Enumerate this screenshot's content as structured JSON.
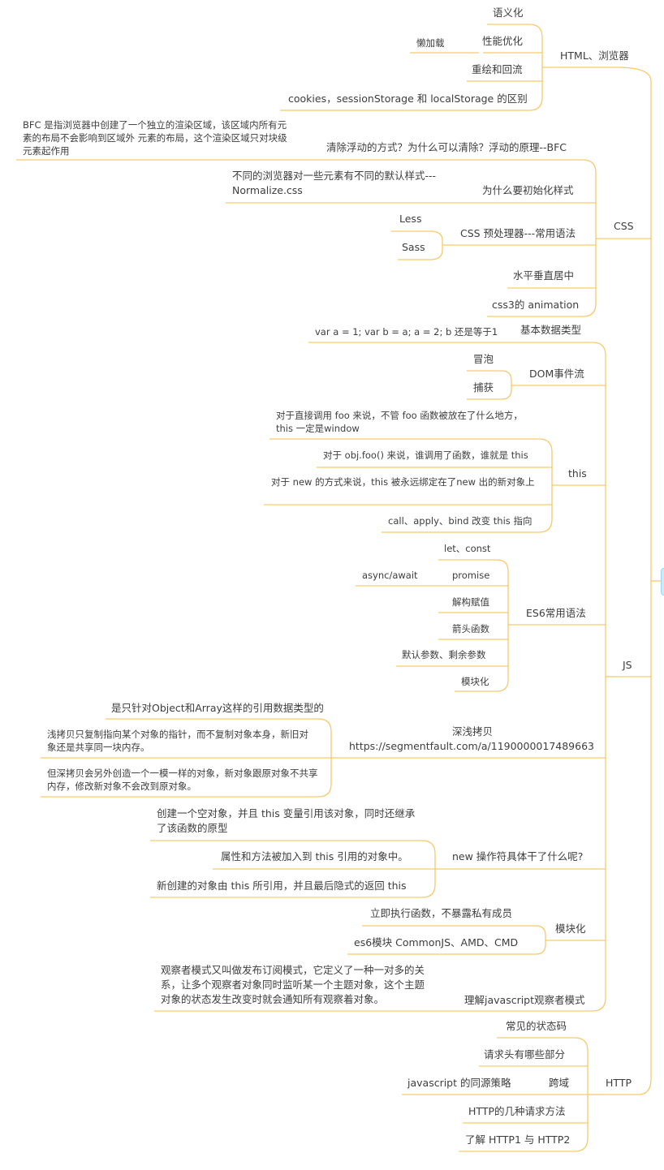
{
  "branch_color": "#f7c96a",
  "root_tab_color": "#cfeaf7",
  "branches": {
    "html": {
      "title": "HTML、浏览器",
      "semantic": "语义化",
      "performance": "性能优化",
      "lazy_load": "懒加载",
      "repaint_reflow": "重绘和回流",
      "storage": "cookies，sessionStorage 和 localStorage 的区别"
    },
    "css": {
      "title": "CSS",
      "bfc_note": "BFC 是指浏览器中创建了一个独立的渲染区域，该区域内所有元素的布局不会影响到区域外 元素的布局，这个渲染区域只对块级元素起作用",
      "clear_float": "清除浮动的方式？为什么可以清除？浮动的原理--BFC",
      "normalize_note": "不同的浏览器对一些元素有不同的默认样式---Normalize.css",
      "init_style": "为什么要初始化样式",
      "less": "Less",
      "sass": "Sass",
      "preprocessor": "CSS 预处理器---常用语法",
      "center": "水平垂直居中",
      "animation": "css3的 animation"
    },
    "js": {
      "title": "JS",
      "basic_types_note": "var a = 1; var b = a; a = 2; b 还是等于1",
      "basic_types": "基本数据类型",
      "bubble": "冒泡",
      "capture": "捕获",
      "dom_event": "DOM事件流",
      "this_direct": "对于直接调用 foo 来说，不管 foo 函数被放在了什么地方，this 一定是window",
      "this_obj": "对于 obj.foo() 来说，谁调用了函数，谁就是 this",
      "this_new": "对于 new 的方式来说，this 被永远绑定在了new 出的新对象上",
      "this_call": "call、apply、bind 改变 this 指向",
      "this": "this",
      "let_const": "let、const",
      "async_await": "async/await",
      "promise": "promise",
      "destructuring": "解构赋值",
      "arrow": "箭头函数",
      "default_params": "默认参数、剩余参数",
      "es6_module": "模块化",
      "es6": "ES6常用语法",
      "copy_note_1": "是只针对Object和Array这样的引用数据类型的",
      "copy_note_2": "浅拷贝只复制指向某个对象的指针，而不复制对象本身，新旧对象还是共享同一块内存。",
      "copy_note_3": "但深拷贝会另外创造一个一模一样的对象，新对象跟原对象不共享内存，修改新对象不会改到原对象。",
      "deep_copy": "深浅拷贝",
      "deep_copy_url": "https://segmentfault.com/a/1190000017489663",
      "new_1": "创建一个空对象，并且 this 变量引用该对象，同时还继承了该函数的原型",
      "new_2": "属性和方法被加入到 this 引用的对象中。",
      "new_3": "新创建的对象由 this 所引用，并且最后隐式的返回 this",
      "new_op": "new 操作符具体干了什么呢?",
      "iife": "立即执行函数，不暴露私有成员",
      "module_std": "es6模块 CommonJS、AMD、CMD",
      "module": "模块化",
      "observer_note": "观察者模式又叫做发布订阅模式，它定义了一种一对多的关系，让多个观察者对象同时监听某一个主题对象，这个主题对象的状态发生改变时就会通知所有观察着对象。",
      "observer": "理解javascript观察者模式"
    },
    "http": {
      "title": "HTTP",
      "status": "常见的状态码",
      "headers": "请求头有哪些部分",
      "same_origin": "javascript 的同源策略",
      "cors": "跨域",
      "methods": "HTTP的几种请求方法",
      "http2": "了解 HTTP1 与 HTTP2"
    }
  }
}
